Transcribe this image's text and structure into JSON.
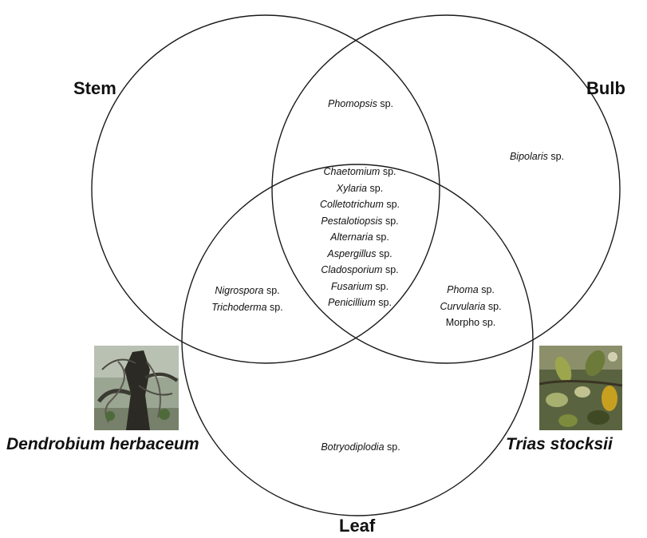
{
  "diagram": {
    "sets": {
      "stem": "Stem",
      "bulb": "Bulb",
      "leaf": "Leaf"
    },
    "circle_stroke": "#1a1a1a",
    "regions": {
      "stem_bulb": [
        {
          "genus": "Phomopsis",
          "suffix": " sp."
        }
      ],
      "bulb_only": [
        {
          "genus": "Bipolaris",
          "suffix": " sp."
        }
      ],
      "all_three": [
        {
          "genus": "Chaetomium",
          "suffix": " sp."
        },
        {
          "genus": "Xylaria",
          "suffix": " sp."
        },
        {
          "genus": "Colletotrichum",
          "suffix": " sp."
        },
        {
          "genus": "Pestalotiopsis",
          "suffix": " sp."
        },
        {
          "genus": "Alternaria",
          "suffix": " sp."
        },
        {
          "genus": "Aspergillus",
          "suffix": " sp."
        },
        {
          "genus": "Cladosporium",
          "suffix": " sp."
        },
        {
          "genus": "Fusarium",
          "suffix": " sp."
        },
        {
          "genus": "Penicillium",
          "suffix": " sp."
        }
      ],
      "stem_leaf": [
        {
          "genus": "Nigrospora",
          "suffix": " sp."
        },
        {
          "genus": "Trichoderma",
          "suffix": " sp."
        }
      ],
      "bulb_leaf": [
        {
          "genus": "Phoma",
          "suffix": " sp."
        },
        {
          "genus": "Curvularia",
          "suffix": " sp."
        },
        {
          "genus": "",
          "suffix": "Morpho sp."
        }
      ],
      "leaf_only": [
        {
          "genus": "Botryodiplodia",
          "suffix": " sp."
        }
      ]
    }
  },
  "hosts": {
    "left": {
      "name": "Dendrobium herbaceum",
      "photo": "tree-trunk-with-orchid-photo"
    },
    "right": {
      "name": "Trias stocksii",
      "photo": "orchid-bulbs-leaves-photo"
    }
  }
}
